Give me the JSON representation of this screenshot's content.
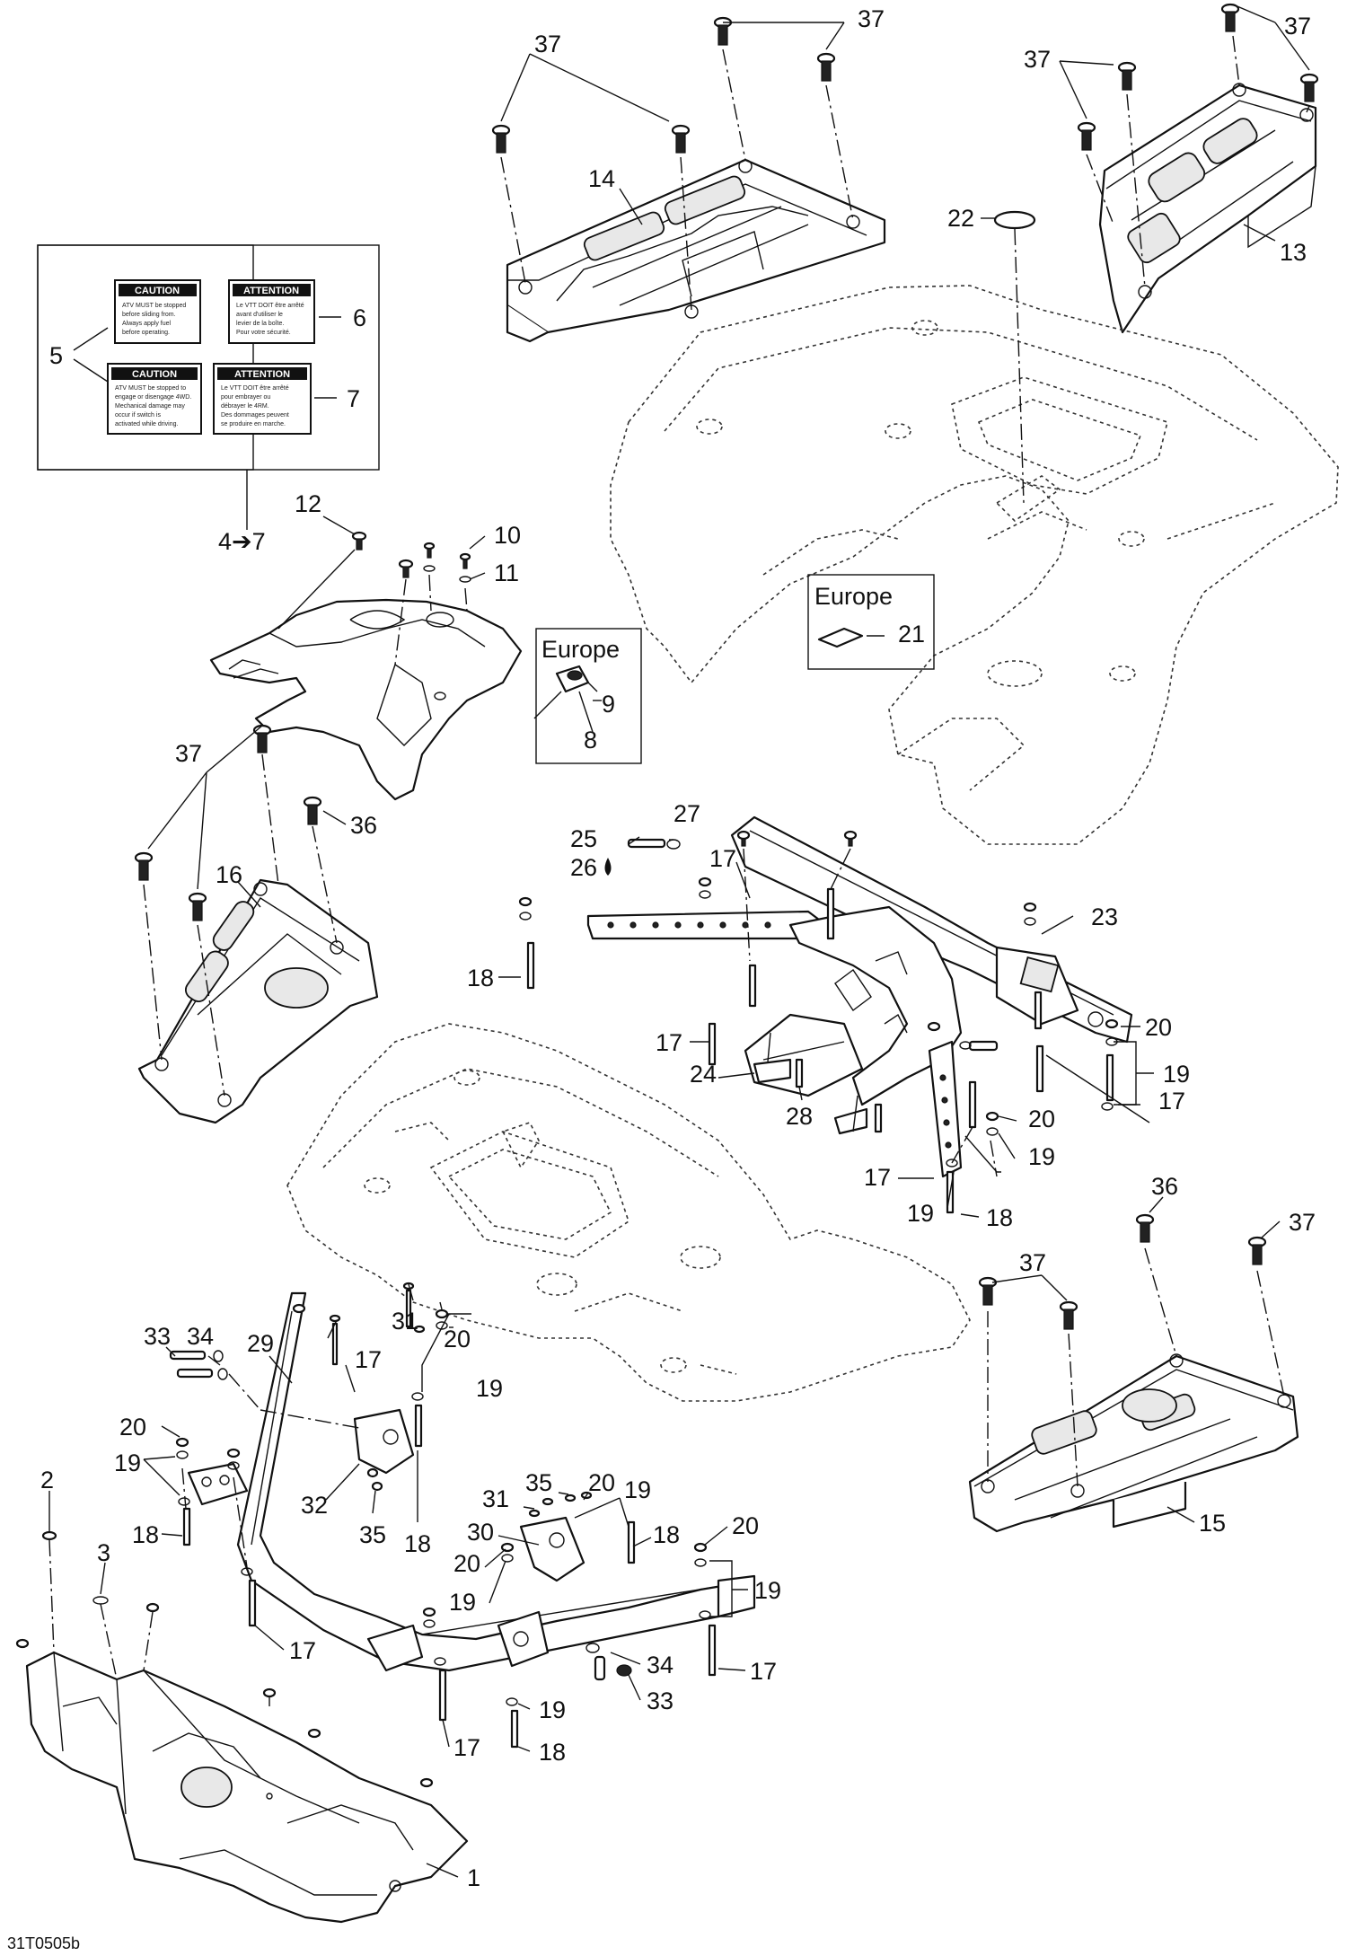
{
  "diagram": {
    "reference_code": "31T0505b",
    "callouts": [
      {
        "id": "c37a",
        "text": "37"
      },
      {
        "id": "c37b",
        "text": "37"
      },
      {
        "id": "c37c",
        "text": "37"
      },
      {
        "id": "c37d",
        "text": "37"
      },
      {
        "id": "c37e",
        "text": "37"
      },
      {
        "id": "c37f",
        "text": "37"
      },
      {
        "id": "c37g",
        "text": "37"
      },
      {
        "id": "c14",
        "text": "14"
      },
      {
        "id": "c13",
        "text": "13"
      },
      {
        "id": "c22",
        "text": "22"
      },
      {
        "id": "c5",
        "text": "5"
      },
      {
        "id": "c6",
        "text": "6"
      },
      {
        "id": "c7",
        "text": "7"
      },
      {
        "id": "c12",
        "text": "12"
      },
      {
        "id": "c10",
        "text": "10"
      },
      {
        "id": "c11",
        "text": "11"
      },
      {
        "id": "c4to7",
        "text": "4➔7"
      },
      {
        "id": "c9",
        "text": "9"
      },
      {
        "id": "c8",
        "text": "8"
      },
      {
        "id": "c21",
        "text": "21"
      },
      {
        "id": "c36a",
        "text": "36"
      },
      {
        "id": "c16",
        "text": "16"
      },
      {
        "id": "c25",
        "text": "25"
      },
      {
        "id": "c27",
        "text": "27"
      },
      {
        "id": "c26",
        "text": "26"
      },
      {
        "id": "c17a",
        "text": "17"
      },
      {
        "id": "c23",
        "text": "23"
      },
      {
        "id": "c18a",
        "text": "18"
      },
      {
        "id": "c20a",
        "text": "20"
      },
      {
        "id": "c19a",
        "text": "19"
      },
      {
        "id": "c17b",
        "text": "17"
      },
      {
        "id": "c17c",
        "text": "17"
      },
      {
        "id": "c24",
        "text": "24"
      },
      {
        "id": "c28",
        "text": "28"
      },
      {
        "id": "c20b",
        "text": "20"
      },
      {
        "id": "c19b",
        "text": "19"
      },
      {
        "id": "c17d",
        "text": "17"
      },
      {
        "id": "c19c",
        "text": "19"
      },
      {
        "id": "c18b",
        "text": "18"
      },
      {
        "id": "c36b",
        "text": "36"
      },
      {
        "id": "c33a",
        "text": "33"
      },
      {
        "id": "c34a",
        "text": "34"
      },
      {
        "id": "c29",
        "text": "29"
      },
      {
        "id": "c31a",
        "text": "31"
      },
      {
        "id": "c17e",
        "text": "17"
      },
      {
        "id": "c20c",
        "text": "20"
      },
      {
        "id": "c19d",
        "text": "19"
      },
      {
        "id": "c20d",
        "text": "20"
      },
      {
        "id": "c19e",
        "text": "19"
      },
      {
        "id": "c32",
        "text": "32"
      },
      {
        "id": "c35a",
        "text": "35"
      },
      {
        "id": "c18c",
        "text": "18"
      },
      {
        "id": "c18d",
        "text": "18"
      },
      {
        "id": "c2",
        "text": "2"
      },
      {
        "id": "c3",
        "text": "3"
      },
      {
        "id": "c31b",
        "text": "31"
      },
      {
        "id": "c35b",
        "text": "35"
      },
      {
        "id": "c20e",
        "text": "20"
      },
      {
        "id": "c19f",
        "text": "19"
      },
      {
        "id": "c30",
        "text": "30"
      },
      {
        "id": "c18e",
        "text": "18"
      },
      {
        "id": "c20f",
        "text": "20"
      },
      {
        "id": "c20g",
        "text": "20"
      },
      {
        "id": "c19g",
        "text": "19"
      },
      {
        "id": "c19h",
        "text": "19"
      },
      {
        "id": "c15",
        "text": "15"
      },
      {
        "id": "c17f",
        "text": "17"
      },
      {
        "id": "c34b",
        "text": "34"
      },
      {
        "id": "c33b",
        "text": "33"
      },
      {
        "id": "c17g",
        "text": "17"
      },
      {
        "id": "c19i",
        "text": "19"
      },
      {
        "id": "c17h",
        "text": "17"
      },
      {
        "id": "c18f",
        "text": "18"
      },
      {
        "id": "c1",
        "text": "1"
      }
    ],
    "europe_boxes": [
      {
        "id": "eu1",
        "title": "Europe"
      },
      {
        "id": "eu2",
        "title": "Europe"
      }
    ],
    "decal_labels": [
      {
        "id": "l1",
        "heading": "CAUTION",
        "lines": [
          "ATV MUST be stopped",
          "before sliding from.",
          "Always apply fuel",
          "before operating."
        ]
      },
      {
        "id": "l2",
        "heading": "ATTENTION",
        "lines": [
          "Le VTT DOIT être arrêté",
          "avant d'utiliser le",
          "levier de la boîte.",
          "Pour votre sécurité."
        ]
      },
      {
        "id": "l3",
        "heading": "CAUTION",
        "lines": [
          "ATV MUST be stopped to",
          "engage or disengage 4WD.",
          "Mechanical damage may",
          "occur if switch is",
          "activated while driving."
        ]
      },
      {
        "id": "l4",
        "heading": "ATTENTION",
        "lines": [
          "Le VTT DOIT être arrêté",
          "pour embrayer ou",
          "débrayer le 4RM.",
          "Des dommages peuvent",
          "se produire en marche."
        ]
      }
    ]
  }
}
